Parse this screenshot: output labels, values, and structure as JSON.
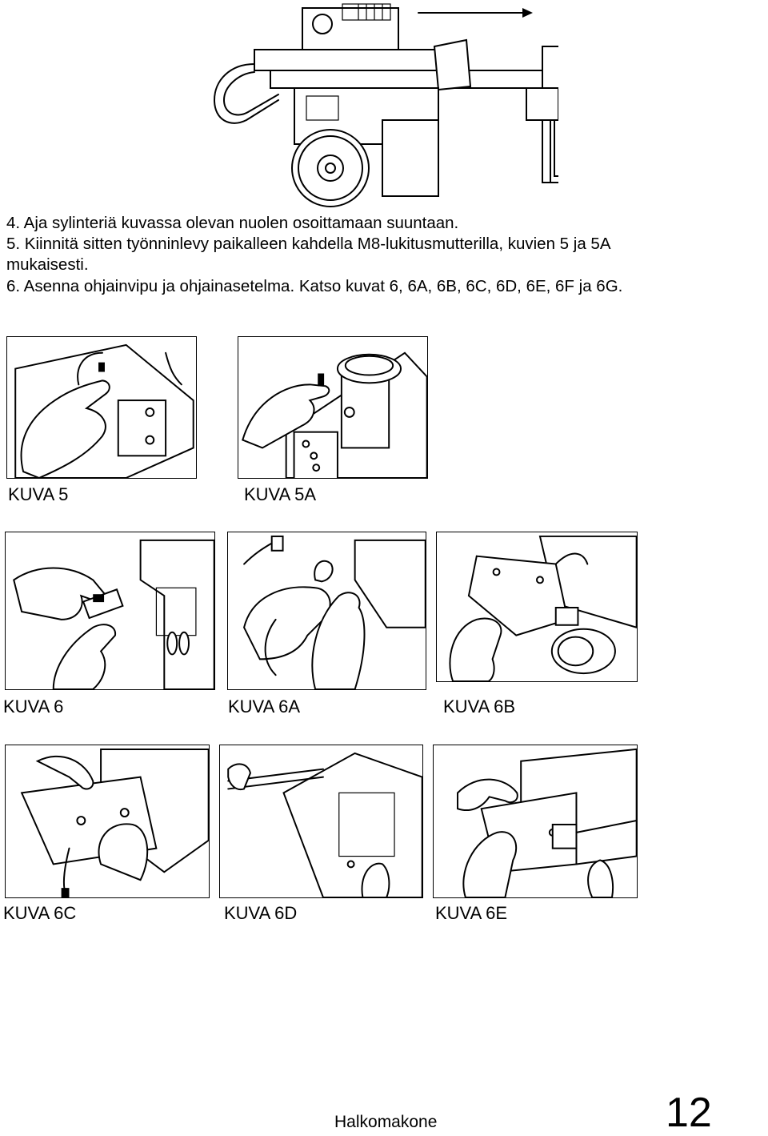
{
  "instructions": [
    {
      "id": "p4",
      "text": "4. Aja sylinteriä kuvassa olevan nuolen osoittamaan suuntaan."
    },
    {
      "id": "p5a",
      "text": "5. Kiinnitä sitten työnninlevy paikalleen kahdella M8-lukitusmutterilla, kuvien 5 ja 5A"
    },
    {
      "id": "p5b",
      "text": "mukaisesti."
    },
    {
      "id": "p6",
      "text": "6. Asenna ohjainvipu ja ohjainasetelma. Katso kuvat 6, 6A, 6B, 6C, 6D, 6E, 6F ja 6G."
    }
  ],
  "figures": {
    "kuva5": "KUVA 5",
    "kuva5a": "KUVA 5A",
    "kuva6": "KUVA 6",
    "kuva6a": "KUVA 6A",
    "kuva6b": "KUVA 6B",
    "kuva6c": "KUVA 6C",
    "kuva6d": "KUVA 6D",
    "kuva6e": "KUVA 6E"
  },
  "footer": {
    "product_name": "Halkomakone",
    "page_number": "12"
  }
}
